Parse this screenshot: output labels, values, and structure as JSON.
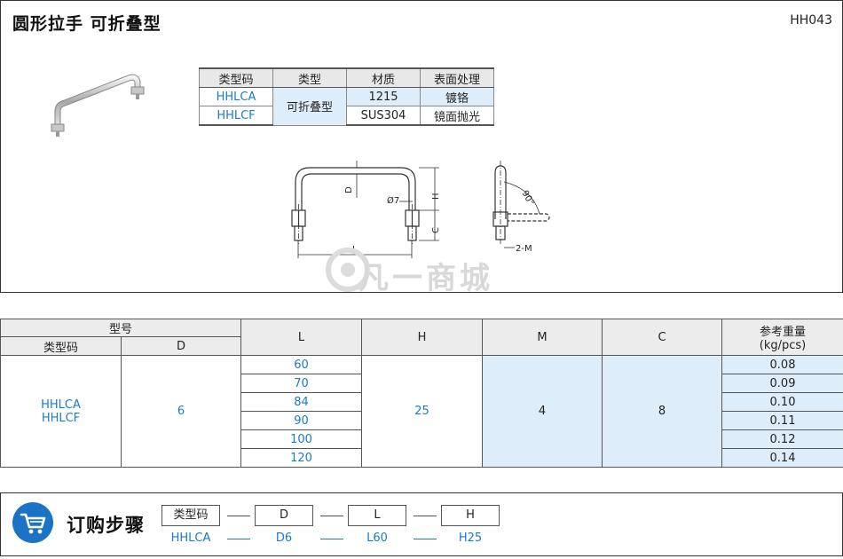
{
  "header": {
    "title": "圆形拉手  可折叠型",
    "code": "HH043"
  },
  "material_table": {
    "headers": [
      "类型码",
      "类型",
      "材质",
      "表面处理"
    ],
    "rows": [
      {
        "code": "HHLCA",
        "material": "1215",
        "finish": "镀铬"
      },
      {
        "code": "HHLCF",
        "material": "SUS304",
        "finish": "镜面抛光"
      }
    ],
    "type": "可折叠型"
  },
  "drawing": {
    "label_D": "D",
    "label_H": "H",
    "label_C": "C",
    "label_L": "L",
    "label_dia": "Ø7",
    "label_angle": "90°",
    "label_thread": "2-M"
  },
  "watermark": "凡一商城",
  "spec_table": {
    "group_header": "型号",
    "sub_headers": [
      "类型码",
      "D"
    ],
    "headers": [
      "L",
      "H",
      "M",
      "C"
    ],
    "weight_header_1": "参考重量",
    "weight_header_2": "(kg/pcs)",
    "type_codes": [
      "HHLCA",
      "HHLCF"
    ],
    "D": "6",
    "L_values": [
      "60",
      "70",
      "84",
      "90",
      "100",
      "120"
    ],
    "H": "25",
    "M": "4",
    "C": "8",
    "weights": [
      "0.08",
      "0.09",
      "0.10",
      "0.11",
      "0.12",
      "0.14"
    ]
  },
  "order": {
    "title": "订购步骤",
    "steps": [
      "类型码",
      "D",
      "L",
      "H"
    ],
    "example": [
      "HHLCA",
      "D6",
      "L60",
      "H25"
    ]
  },
  "colors": {
    "accent": "#1a7bc4",
    "shade": "#ddeefa",
    "cart": "#1a73c4"
  },
  "icons": {
    "cart": "shopping-cart-icon"
  }
}
